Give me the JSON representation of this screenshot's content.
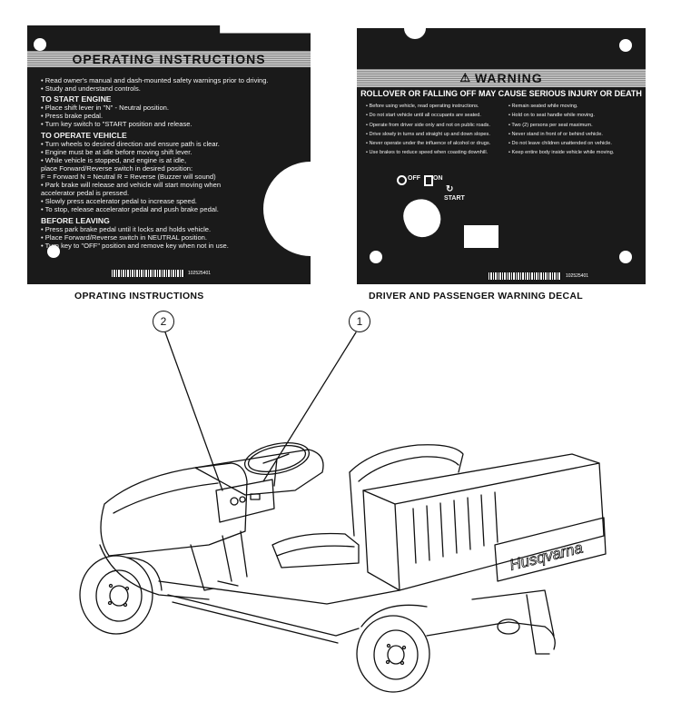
{
  "ops_decal": {
    "title": "OPERATING INSTRUCTIONS",
    "intro": [
      "• Read owner's manual and dash-mounted safety warnings prior to driving.",
      "• Study and understand controls."
    ],
    "sections": [
      {
        "heading": "TO START ENGINE",
        "lines": [
          "• Place shift lever in \"N\" - Neutral position.",
          "• Press brake pedal.",
          "• Turn key switch to \"START position and release."
        ]
      },
      {
        "heading": "TO OPERATE VEHICLE",
        "lines": [
          "• Turn wheels to desired direction and ensure path is clear.",
          "• Engine must be at idle before moving shift lever.",
          "• While vehicle is stopped, and engine is at idle,",
          "   place Forward/Reverse switch in desired position:",
          "      F = Forward    N = Neutral    R = Reverse (Buzzer will sound)",
          "• Park brake will release and vehicle will start moving when",
          "   accelerator pedal is pressed.",
          "• Slowly press accelerator pedal to increase speed.",
          "• To stop, release accelerator pedal and push brake pedal."
        ]
      },
      {
        "heading": "BEFORE LEAVING",
        "lines": [
          "• Press park brake pedal until it locks and holds vehicle.",
          "• Place Forward/Reverse switch in NEUTRAL position.",
          "• Turn key to \"OFF\" position and remove key when not in use."
        ]
      }
    ],
    "barcode_number": "102525401"
  },
  "warn_decal": {
    "title": "WARNING",
    "subtitle": "ROLLOVER OR FALLING OFF MAY CAUSE SERIOUS INJURY OR DEATH",
    "left_items": [
      "• Before using vehicle, read operating instructions.",
      "• Do not start vehicle until all occupants are seated.",
      "• Operate from driver side only and not on public roads.",
      "• Drive slowly in turns and straight up and down slopes.",
      "• Never operate under the influence of alcohol or drugs.",
      "• Use brakes to reduce speed when coasting downhill."
    ],
    "right_items": [
      "• Remain seated while moving.",
      "• Hold on to seat handle while moving.",
      "• Two (2) persons per seat maximum.",
      "• Never stand in front of or behind vehicle.",
      "• Do not leave children unattended on vehicle.",
      "• Keep entire body inside vehicle while moving."
    ],
    "key_off": "OFF",
    "key_on": "ON",
    "key_start": "START",
    "barcode_number": "102525401"
  },
  "captions": {
    "left": "OPRATING INSTRUCTIONS",
    "right": "DRIVER AND PASSENGER WARNING DECAL"
  },
  "callouts": [
    "1",
    "2"
  ],
  "vehicle_brand": "Husqvarna"
}
